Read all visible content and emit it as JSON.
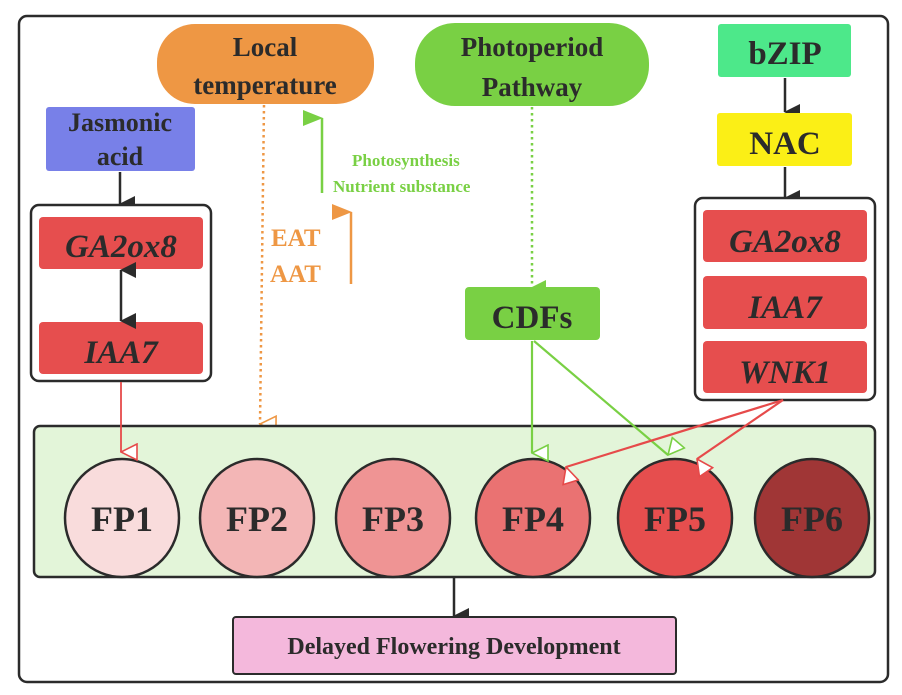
{
  "colors": {
    "jasmonic": "#7880e8",
    "local_temp": "#ee9744",
    "photoperiod": "#79d044",
    "bzip": "#4de88a",
    "nac": "#fbef16",
    "gene": "#e64e4e",
    "cdfs": "#79d044",
    "fp_panel": "#e3f5d9",
    "delayed": "#f4b8dc",
    "fp1": "#f9dcdc",
    "fp2": "#f3b6b6",
    "fp3": "#ef9494",
    "fp4": "#ea7272",
    "fp5": "#e64e4e",
    "fp6": "#a03636",
    "arrow_dark": "#2b2b2b",
    "arrow_red": "#e64a4a",
    "arrow_green": "#79d044",
    "arrow_orange": "#ee9744"
  },
  "nodes": {
    "local_temperature": [
      "Local",
      "temperature"
    ],
    "photoperiod_pathway": [
      "Photoperiod",
      "Pathway"
    ],
    "bzip": "bZIP",
    "nac": "NAC",
    "jasmonic_acid": [
      "Jasmonic",
      "acid"
    ],
    "left_genes": [
      "GA2ox8",
      "IAA7"
    ],
    "right_genes": [
      "GA2ox8",
      "IAA7",
      "WNK1"
    ],
    "cdfs": "CDFs",
    "delayed": "Delayed Flowering Development"
  },
  "annotations": {
    "photosynthesis": "Photosynthesis",
    "nutrient": "Nutrient substance",
    "eat": "EAT",
    "aat": "AAT"
  },
  "fp_groups": [
    {
      "label": "FP1"
    },
    {
      "label": "FP2"
    },
    {
      "label": "FP3"
    },
    {
      "label": "FP4"
    },
    {
      "label": "FP5"
    },
    {
      "label": "FP6"
    }
  ]
}
